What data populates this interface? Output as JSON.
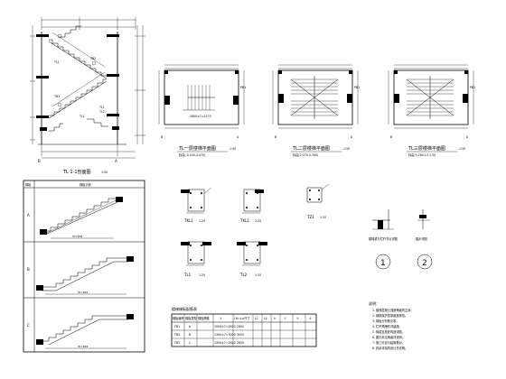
{
  "section": {
    "title": "TL 1-1剖面图",
    "scale": "1:50"
  },
  "plans": [
    {
      "id": "plan1",
      "title": "TL一层楼梯平面图",
      "scale": "1:50",
      "note": "标高(-0.030-2.070)",
      "side_label": "PB1"
    },
    {
      "id": "plan2",
      "title": "TL二层楼梯平面图",
      "scale": "1:50",
      "note": "标高(2.070-5.760)",
      "side_label": "PB1"
    },
    {
      "id": "plan3",
      "title": "TL三层楼梯平面图",
      "scale": "1:50",
      "note": "标高(5.760-13.170)",
      "side_label": "PB1"
    }
  ],
  "stair_types": {
    "header_col1": "梯板",
    "header_col2": "梯板示例",
    "rows": [
      {
        "label": "A",
        "span_label": "ln=xxx"
      },
      {
        "label": "B",
        "span_label": "ln=xxx"
      },
      {
        "label": "C",
        "span_label": "ln=xxx"
      }
    ]
  },
  "beams": [
    {
      "name": "TKL1",
      "scale": "1:25"
    },
    {
      "name": "TKL2",
      "scale": "1:25"
    },
    {
      "name": "TZ1",
      "scale": "1:25"
    },
    {
      "name": "TL1",
      "scale": "1:25"
    },
    {
      "name": "TL2",
      "scale": "1:25"
    }
  ],
  "details": [
    {
      "id": "1",
      "title": "楼梯梁与栏杆节点详图"
    },
    {
      "id": "2",
      "title": "踏步详图"
    }
  ],
  "schedule": {
    "title": "楼梯梯板配筋表",
    "headers": [
      "梯板编号",
      "梯板类型",
      "梯板跨度",
      "L",
      "LH=L×尺寸",
      "L1",
      "L2",
      "h",
      "①",
      "②",
      "③"
    ],
    "rows": [
      [
        "TB1",
        "A",
        "",
        "1000×7=2620",
        "2800",
        "",
        "",
        "",
        "",
        "",
        ""
      ],
      [
        "TB2",
        "B",
        "",
        "1300×7=3000",
        "3000",
        "",
        "",
        "",
        "",
        "",
        ""
      ],
      [
        "TB3",
        "C",
        "",
        "1300×7=2620",
        "2620",
        "",
        "",
        "",
        "",
        "",
        ""
      ]
    ]
  },
  "notes": {
    "title": "说明：",
    "lines": [
      "1. 楼梯混凝土强度等级同主体。",
      "2. 钢筋保护层厚度按规范。",
      "3. 梯板分布筋见表。",
      "4. 栏杆预埋件详建施。",
      "5. 梯梁支座处构造详图。",
      "6. 图中未注明者详说明。",
      "7. 施工时应与建施核对。",
      "8. 其余详结构设计总说明。"
    ]
  }
}
